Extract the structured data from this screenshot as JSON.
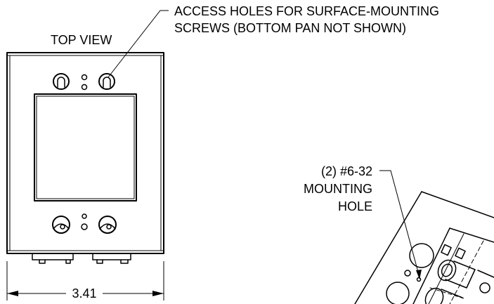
{
  "labels": {
    "top_view": "TOP VIEW",
    "access_holes_line1": "ACCESS HOLES FOR SURFACE-MOUNTING",
    "access_holes_line2": "SCREWS (BOTTOM PAN NOT SHOWN)",
    "mounting_line1": "(2) #6-32",
    "mounting_line2": "MOUNTING",
    "mounting_line3": "HOLE",
    "width_dimension": "3.41"
  },
  "colors": {
    "line": "#000000",
    "background": "#ffffff"
  }
}
